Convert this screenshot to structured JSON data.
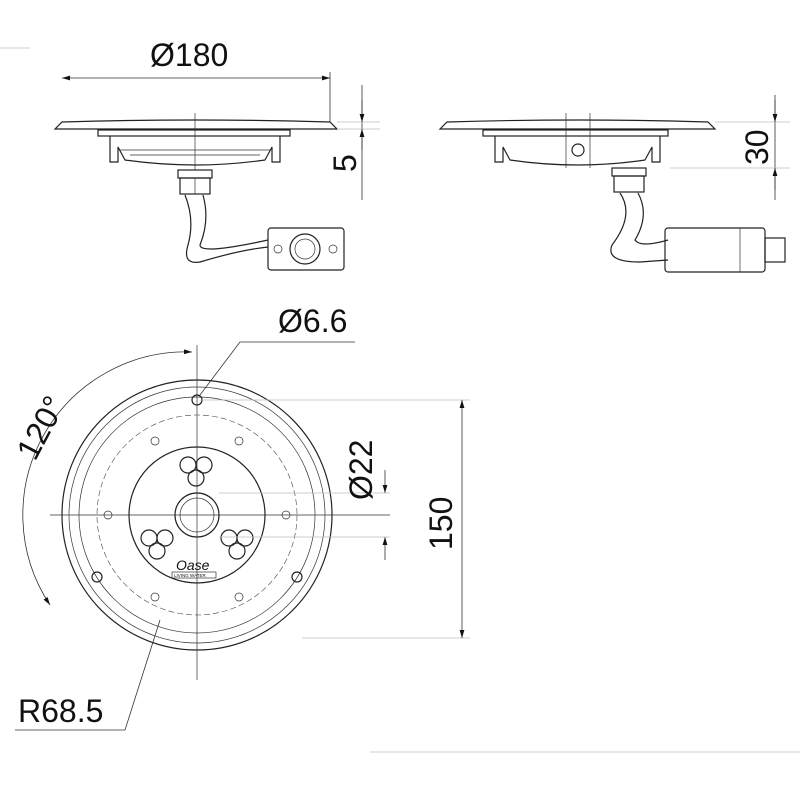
{
  "dimensions": {
    "diameter_outer": "Ø180",
    "height_flange": "5",
    "height_total": "30",
    "hole_diameter": "Ø6.6",
    "center_diameter": "Ø22",
    "hole_spacing": "150",
    "radius": "R68.5",
    "angle": "120°"
  },
  "logo": {
    "brand": "Oase",
    "tagline": "LIVING WATER"
  },
  "colors": {
    "line": "#222222",
    "background": "#ffffff"
  }
}
